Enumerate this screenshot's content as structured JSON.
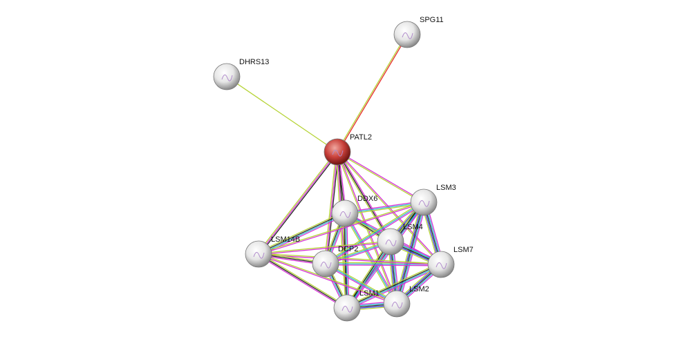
{
  "network": {
    "query_node": "PATL2",
    "nodes": [
      {
        "id": "SPG11",
        "label": "SPG11",
        "color": "#e8e8e8"
      },
      {
        "id": "DHRS13",
        "label": "DHRS13",
        "color": "#e8e8e8"
      },
      {
        "id": "PATL2",
        "label": "PATL2",
        "color": "#c8403a"
      },
      {
        "id": "LSM3",
        "label": "LSM3",
        "color": "#e8e8e8"
      },
      {
        "id": "DDX6",
        "label": "DDX6",
        "color": "#e8e8e8"
      },
      {
        "id": "LSM4",
        "label": "LSM4",
        "color": "#e8e8e8"
      },
      {
        "id": "LSM14B",
        "label": "LSM14B",
        "color": "#e8e8e8"
      },
      {
        "id": "DCP2",
        "label": "DCP2",
        "color": "#e8e8e8"
      },
      {
        "id": "LSM7",
        "label": "LSM7",
        "color": "#e8e8e8"
      },
      {
        "id": "LSM1",
        "label": "LSM1",
        "color": "#e8e8e8"
      },
      {
        "id": "LSM2",
        "label": "LSM2",
        "color": "#e8e8e8"
      }
    ],
    "evidence_colors": {
      "textmining": "#b5d334",
      "coexpression": "#222222",
      "experiments": "#d631d6",
      "databases": "#2ab8d0",
      "neighborhood": "#e8292a",
      "homology": "#3a3adb"
    },
    "edges": [
      {
        "a": "DHRS13",
        "b": "PATL2",
        "evidence": [
          "textmining"
        ]
      },
      {
        "a": "SPG11",
        "b": "PATL2",
        "evidence": [
          "neighborhood",
          "textmining"
        ]
      },
      {
        "a": "PATL2",
        "b": "LSM3",
        "evidence": [
          "experiments",
          "textmining"
        ]
      },
      {
        "a": "PATL2",
        "b": "DDX6",
        "evidence": [
          "experiments",
          "coexpression",
          "textmining"
        ]
      },
      {
        "a": "PATL2",
        "b": "LSM4",
        "evidence": [
          "experiments",
          "coexpression",
          "textmining"
        ]
      },
      {
        "a": "PATL2",
        "b": "LSM14B",
        "evidence": [
          "coexpression",
          "experiments",
          "textmining"
        ]
      },
      {
        "a": "PATL2",
        "b": "DCP2",
        "evidence": [
          "coexpression",
          "experiments",
          "textmining"
        ]
      },
      {
        "a": "PATL2",
        "b": "LSM7",
        "evidence": [
          "experiments",
          "textmining"
        ]
      },
      {
        "a": "PATL2",
        "b": "LSM1",
        "evidence": [
          "coexpression",
          "experiments",
          "textmining"
        ]
      },
      {
        "a": "PATL2",
        "b": "LSM2",
        "evidence": [
          "experiments",
          "textmining"
        ]
      },
      {
        "a": "DDX6",
        "b": "LSM3",
        "evidence": [
          "experiments",
          "databases",
          "textmining"
        ]
      },
      {
        "a": "DDX6",
        "b": "LSM4",
        "evidence": [
          "experiments",
          "databases",
          "coexpression",
          "textmining"
        ]
      },
      {
        "a": "DDX6",
        "b": "LSM14B",
        "evidence": [
          "experiments",
          "databases",
          "coexpression",
          "textmining"
        ]
      },
      {
        "a": "DDX6",
        "b": "DCP2",
        "evidence": [
          "experiments",
          "databases",
          "coexpression",
          "textmining"
        ]
      },
      {
        "a": "DDX6",
        "b": "LSM7",
        "evidence": [
          "experiments",
          "databases",
          "textmining"
        ]
      },
      {
        "a": "DDX6",
        "b": "LSM1",
        "evidence": [
          "experiments",
          "databases",
          "coexpression",
          "textmining"
        ]
      },
      {
        "a": "DDX6",
        "b": "LSM2",
        "evidence": [
          "experiments",
          "databases",
          "textmining"
        ]
      },
      {
        "a": "LSM3",
        "b": "LSM4",
        "evidence": [
          "experiments",
          "databases",
          "coexpression",
          "homology",
          "textmining"
        ]
      },
      {
        "a": "LSM3",
        "b": "LSM7",
        "evidence": [
          "experiments",
          "databases",
          "coexpression",
          "homology",
          "textmining"
        ]
      },
      {
        "a": "LSM3",
        "b": "LSM1",
        "evidence": [
          "experiments",
          "databases",
          "coexpression",
          "textmining"
        ]
      },
      {
        "a": "LSM3",
        "b": "LSM2",
        "evidence": [
          "experiments",
          "databases",
          "coexpression",
          "homology",
          "textmining"
        ]
      },
      {
        "a": "LSM3",
        "b": "DCP2",
        "evidence": [
          "experiments",
          "databases",
          "textmining"
        ]
      },
      {
        "a": "LSM3",
        "b": "LSM14B",
        "evidence": [
          "experiments",
          "textmining"
        ]
      },
      {
        "a": "LSM4",
        "b": "LSM7",
        "evidence": [
          "experiments",
          "databases",
          "coexpression",
          "homology",
          "textmining"
        ]
      },
      {
        "a": "LSM4",
        "b": "LSM1",
        "evidence": [
          "experiments",
          "databases",
          "coexpression",
          "textmining"
        ]
      },
      {
        "a": "LSM4",
        "b": "LSM2",
        "evidence": [
          "experiments",
          "databases",
          "coexpression",
          "homology",
          "textmining"
        ]
      },
      {
        "a": "LSM4",
        "b": "DCP2",
        "evidence": [
          "experiments",
          "databases",
          "textmining"
        ]
      },
      {
        "a": "LSM4",
        "b": "LSM14B",
        "evidence": [
          "experiments",
          "textmining"
        ]
      },
      {
        "a": "LSM7",
        "b": "LSM1",
        "evidence": [
          "experiments",
          "databases",
          "coexpression",
          "textmining"
        ]
      },
      {
        "a": "LSM7",
        "b": "LSM2",
        "evidence": [
          "experiments",
          "databases",
          "coexpression",
          "homology",
          "textmining"
        ]
      },
      {
        "a": "LSM7",
        "b": "DCP2",
        "evidence": [
          "experiments",
          "databases",
          "textmining"
        ]
      },
      {
        "a": "LSM7",
        "b": "LSM14B",
        "evidence": [
          "experiments",
          "textmining"
        ]
      },
      {
        "a": "LSM1",
        "b": "LSM2",
        "evidence": [
          "experiments",
          "databases",
          "coexpression",
          "homology",
          "textmining"
        ]
      },
      {
        "a": "LSM1",
        "b": "DCP2",
        "evidence": [
          "experiments",
          "databases",
          "coexpression",
          "textmining"
        ]
      },
      {
        "a": "LSM1",
        "b": "LSM14B",
        "evidence": [
          "experiments",
          "coexpression",
          "textmining"
        ]
      },
      {
        "a": "LSM2",
        "b": "DCP2",
        "evidence": [
          "experiments",
          "databases",
          "textmining"
        ]
      },
      {
        "a": "LSM2",
        "b": "LSM14B",
        "evidence": [
          "experiments",
          "textmining"
        ]
      },
      {
        "a": "DCP2",
        "b": "LSM14B",
        "evidence": [
          "experiments",
          "coexpression",
          "textmining"
        ]
      }
    ]
  }
}
